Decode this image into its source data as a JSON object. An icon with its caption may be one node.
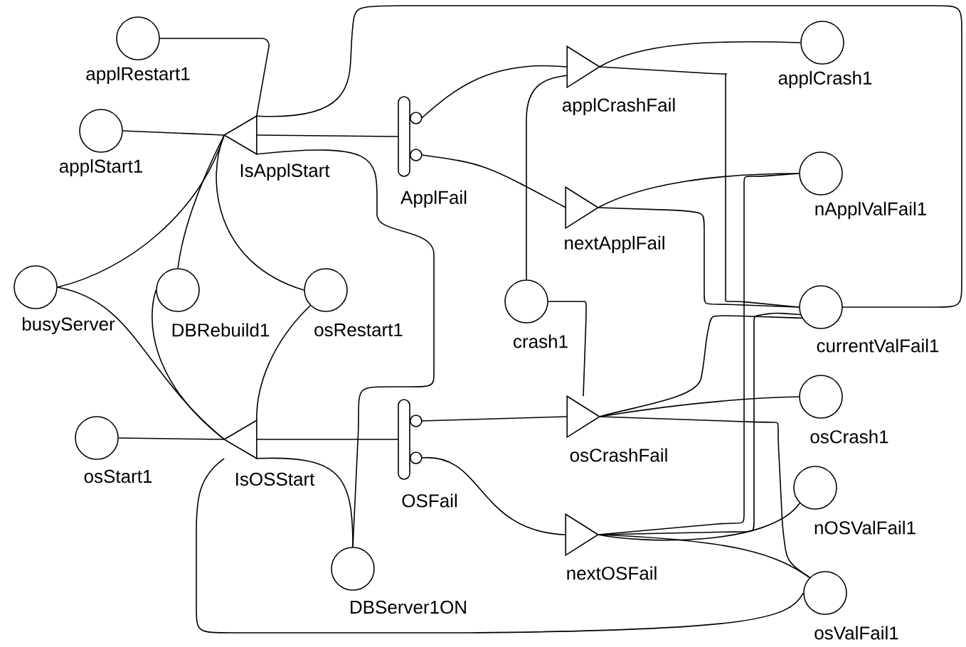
{
  "diagram": {
    "nodes": [
      {
        "text": [
          "applRestart1"
        ]
      },
      {
        "text": [
          "applStart1"
        ]
      },
      {
        "text": [
          "IsApplStart"
        ]
      },
      {
        "text": [
          "ApplFail"
        ]
      },
      {
        "text": [
          "applCrashFail"
        ]
      },
      {
        "text": [
          "applCrash1"
        ]
      },
      {
        "text": [
          "nextApplFail"
        ]
      },
      {
        "text": [
          "nApplValFail1"
        ]
      },
      {
        "text": [
          "busyServer"
        ]
      },
      {
        "text": [
          "DBRebuild1"
        ]
      },
      {
        "text": [
          "osRestart1"
        ]
      },
      {
        "text": [
          "crash1"
        ]
      },
      {
        "text": [
          "currentValFail1"
        ]
      },
      {
        "text": [
          "osStart1"
        ]
      },
      {
        "text": [
          "IsOSStart"
        ]
      },
      {
        "text": [
          "OSFail"
        ]
      },
      {
        "text": [
          "osCrashFail"
        ]
      },
      {
        "text": [
          "osCrash1"
        ]
      },
      {
        "text": [
          "nOSValFail1"
        ]
      },
      {
        "text": [
          "nextOSFail"
        ]
      },
      {
        "text": [
          "DBServer1ON"
        ]
      },
      {
        "text": [
          "osValFail1"
        ]
      }
    ],
    "edges": [
      {
        "from": 0,
        "to": 2,
        "arrow": "none"
      },
      {
        "from": 1,
        "to": 2,
        "arrow": "none"
      },
      {
        "from": 3,
        "to": 2,
        "arrow": "none"
      },
      {
        "from": 2,
        "to": 12,
        "arrow": "none"
      },
      {
        "from": 2,
        "to": 20,
        "arrow": "none"
      },
      {
        "from": 8,
        "to": 2,
        "arrow": "none"
      },
      {
        "from": 9,
        "to": 2,
        "arrow": "none"
      },
      {
        "from": 10,
        "to": 2,
        "arrow": "none"
      },
      {
        "from": 8,
        "to": 14,
        "arrow": "none"
      },
      {
        "from": 9,
        "to": 14,
        "arrow": "none"
      },
      {
        "from": 10,
        "to": 14,
        "arrow": "none"
      },
      {
        "from": 13,
        "to": 14,
        "arrow": "none"
      },
      {
        "from": 15,
        "to": 14,
        "arrow": "none"
      },
      {
        "from": 14,
        "to": 20,
        "arrow": "none"
      },
      {
        "from": 14,
        "to": 21,
        "arrow": "none"
      },
      {
        "from": 3,
        "to": 4,
        "arrow": "none"
      },
      {
        "from": 3,
        "to": 6,
        "arrow": "none"
      },
      {
        "from": 4,
        "to": 5,
        "arrow": "none"
      },
      {
        "from": 4,
        "to": 12,
        "arrow": "none"
      },
      {
        "from": 11,
        "to": 4,
        "arrow": "none"
      },
      {
        "from": 11,
        "to": 16,
        "arrow": "none"
      },
      {
        "from": 6,
        "to": 7,
        "arrow": "none"
      },
      {
        "from": 6,
        "to": 12,
        "arrow": "none"
      },
      {
        "from": 16,
        "to": 12,
        "arrow": "none"
      },
      {
        "from": 16,
        "to": 17,
        "arrow": "none"
      },
      {
        "from": 16,
        "to": 21,
        "arrow": "none"
      },
      {
        "from": 15,
        "to": 16,
        "arrow": "none"
      },
      {
        "from": 15,
        "to": 19,
        "arrow": "none"
      },
      {
        "from": 19,
        "to": 7,
        "arrow": "none"
      },
      {
        "from": 19,
        "to": 12,
        "arrow": "none"
      },
      {
        "from": 19,
        "to": 18,
        "arrow": "none"
      },
      {
        "from": 19,
        "to": 21,
        "arrow": "none"
      }
    ]
  }
}
